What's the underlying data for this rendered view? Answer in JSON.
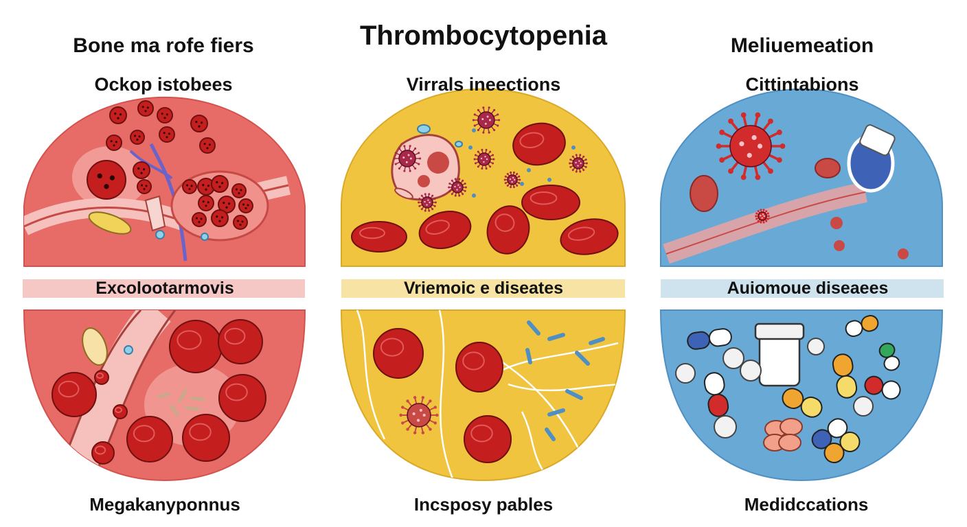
{
  "title": "Thrombocytopenia",
  "columns": [
    {
      "heading": "Bone ma rofe fiers",
      "subheading": "Ockop istobees",
      "band_label": "Excolootarmovis",
      "footer": "Megakanyponnus",
      "colors": {
        "panel": "#e76b66",
        "band": "#f5c8c6",
        "cell": "#c41e1e"
      }
    },
    {
      "heading": "",
      "subheading": "Virrals ineections",
      "band_label": "Vriemoic e diseates",
      "footer": "Incsposy pables",
      "colors": {
        "panel": "#f0c43f",
        "band": "#f7e3a4",
        "cell": "#c41e1e"
      }
    },
    {
      "heading": "Meliuemeation",
      "subheading": "Cittintabions",
      "band_label": "Auiomoue diseaees",
      "footer": "Medidccations",
      "colors": {
        "panel": "#69a9d6",
        "band": "#cfe3ef",
        "cell": "#c41e1e"
      }
    }
  ]
}
